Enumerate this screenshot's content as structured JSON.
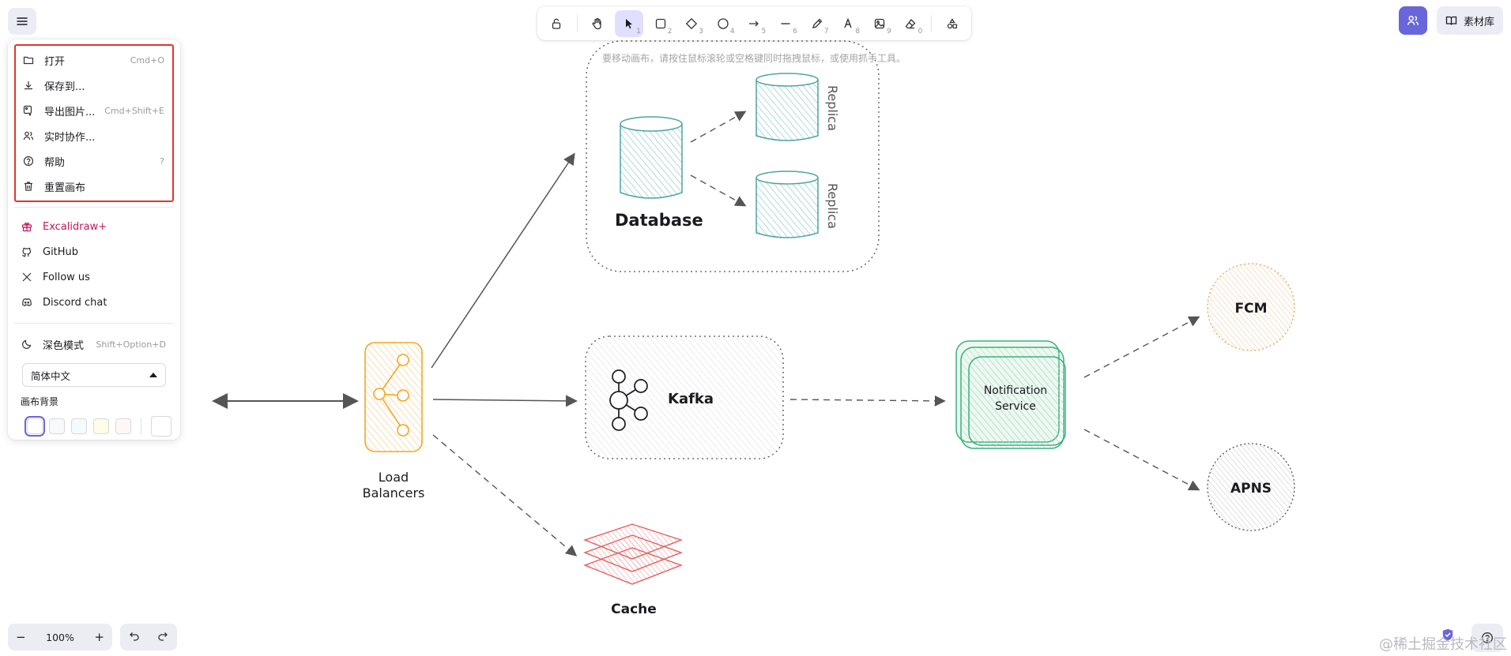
{
  "toolbar": {
    "tools": [
      {
        "name": "lock-tool",
        "key": ""
      },
      {
        "name": "hand-tool",
        "key": ""
      },
      {
        "name": "selection-tool",
        "key": "1"
      },
      {
        "name": "rectangle-tool",
        "key": "2"
      },
      {
        "name": "diamond-tool",
        "key": "3"
      },
      {
        "name": "ellipse-tool",
        "key": "4"
      },
      {
        "name": "arrow-tool",
        "key": "5"
      },
      {
        "name": "line-tool",
        "key": "6"
      },
      {
        "name": "draw-tool",
        "key": "7"
      },
      {
        "name": "text-tool",
        "key": "8"
      },
      {
        "name": "image-tool",
        "key": "9"
      },
      {
        "name": "eraser-tool",
        "key": "0"
      }
    ],
    "active_tool": "selection-tool"
  },
  "hint": "要移动画布，请按住鼠标滚轮或空格键同时拖拽鼠标，或使用抓手工具。",
  "menu": {
    "items_primary": [
      {
        "label": "打开",
        "shortcut": "Cmd+O",
        "icon": "folder-icon"
      },
      {
        "label": "保存到...",
        "shortcut": "",
        "icon": "download-icon"
      },
      {
        "label": "导出图片...",
        "shortcut": "Cmd+Shift+E",
        "icon": "export-image-icon"
      },
      {
        "label": "实时协作...",
        "shortcut": "",
        "icon": "users-icon"
      },
      {
        "label": "帮助",
        "shortcut": "?",
        "icon": "help-icon"
      },
      {
        "label": "重置画布",
        "shortcut": "",
        "icon": "trash-icon"
      }
    ],
    "items_links": [
      {
        "label": "Excalidraw+",
        "icon": "gift-icon"
      },
      {
        "label": "GitHub",
        "icon": "github-icon"
      },
      {
        "label": "Follow us",
        "icon": "x-icon"
      },
      {
        "label": "Discord chat",
        "icon": "discord-icon"
      }
    ],
    "dark_mode": {
      "label": "深色模式",
      "shortcut": "Shift+Option+D"
    },
    "language": "简体中文",
    "canvas_bg_label": "画布背景",
    "bg_colors": [
      "#ffffff",
      "#f8f9fa",
      "#f5faff",
      "#fffce8",
      "#fdf8f6"
    ],
    "accent": "#e0362b"
  },
  "library_label": "素材库",
  "zoom": {
    "value": "100%",
    "minus": "−",
    "plus": "+"
  },
  "diagram": {
    "database": "Database",
    "replica1": "Replica",
    "replica2": "Replica",
    "load_balancers_line1": "Load",
    "load_balancers_line2": "Balancers",
    "kafka": "Kafka",
    "cache": "Cache",
    "notification_line1": "Notification",
    "notification_line2": "Service",
    "fcm": "FCM",
    "apns": "APNS"
  },
  "watermark": "@稀土掘金技术社区",
  "colors": {
    "brand": "#6965db",
    "db": "#4fa3a5",
    "lb": "#f5a623",
    "notif": "#38b27a",
    "fcm": "#f0a04b",
    "cache": "#e2585a"
  }
}
